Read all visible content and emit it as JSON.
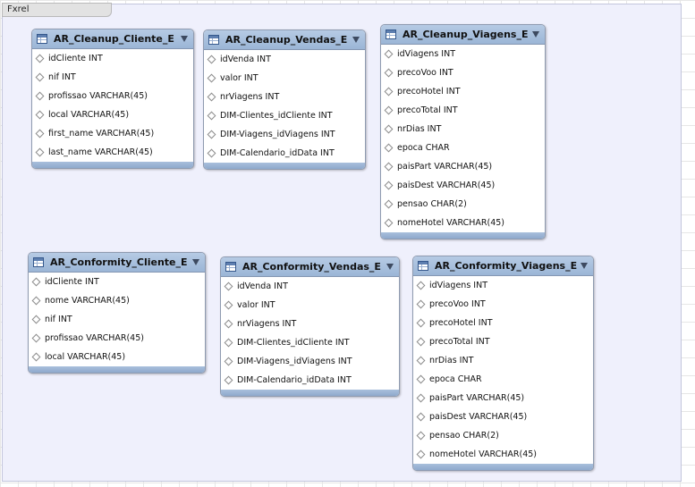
{
  "layer": {
    "name": "Fxrel"
  },
  "tables": [
    {
      "name": "AR_Cleanup_Cliente_E",
      "columns": [
        "idCliente INT",
        "nif INT",
        "profissao VARCHAR(45)",
        "local VARCHAR(45)",
        "first_name VARCHAR(45)",
        "last_name VARCHAR(45)"
      ]
    },
    {
      "name": "AR_Cleanup_Vendas_E",
      "columns": [
        "idVenda INT",
        "valor INT",
        "nrViagens INT",
        "DIM-Clientes_idCliente INT",
        "DIM-Viagens_idViagens INT",
        "DIM-Calendario_idData INT"
      ]
    },
    {
      "name": "AR_Cleanup_Viagens_E",
      "columns": [
        "idViagens INT",
        "precoVoo INT",
        "precoHotel INT",
        "precoTotal INT",
        "nrDias INT",
        "epoca CHAR",
        "paisPart VARCHAR(45)",
        "paisDest VARCHAR(45)",
        "pensao CHAR(2)",
        "nomeHotel VARCHAR(45)"
      ]
    },
    {
      "name": "AR_Conformity_Cliente_E",
      "columns": [
        "idCliente INT",
        "nome VARCHAR(45)",
        "nif INT",
        "profissao VARCHAR(45)",
        "local VARCHAR(45)"
      ]
    },
    {
      "name": "AR_Conformity_Vendas_E",
      "columns": [
        "idVenda INT",
        "valor INT",
        "nrViagens INT",
        "DIM-Clientes_idCliente INT",
        "DIM-Viagens_idViagens INT",
        "DIM-Calendario_idData INT"
      ]
    },
    {
      "name": "AR_Conformity_Viagens_E",
      "columns": [
        "idViagens INT",
        "precoVoo INT",
        "precoHotel INT",
        "precoTotal INT",
        "nrDias INT",
        "epoca CHAR",
        "paisPart VARCHAR(45)",
        "paisDest VARCHAR(45)",
        "pensao CHAR(2)",
        "nomeHotel VARCHAR(45)"
      ]
    }
  ]
}
